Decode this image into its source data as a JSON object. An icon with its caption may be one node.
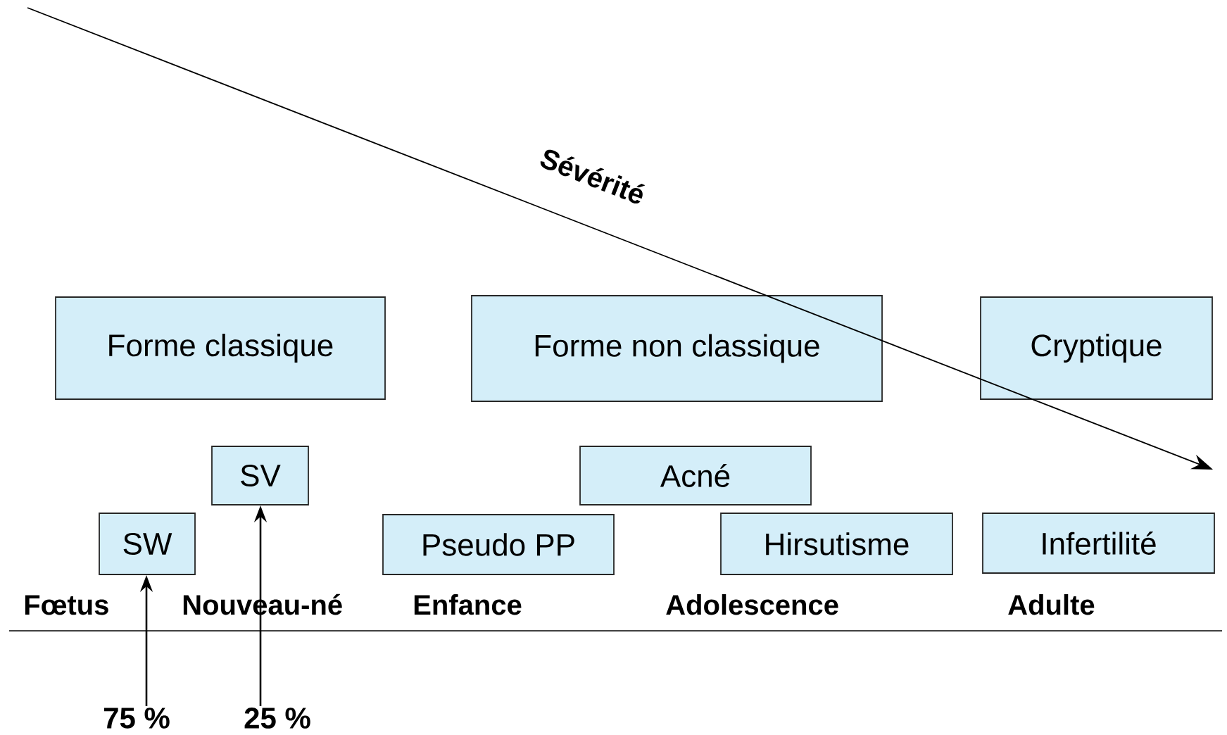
{
  "diagram": {
    "nodes": [
      {
        "text": [
          "Forme classique"
        ]
      },
      {
        "text": [
          "Forme non classique"
        ]
      },
      {
        "text": [
          "Cryptique"
        ]
      },
      {
        "text": [
          "SV"
        ]
      },
      {
        "text": [
          "Acné"
        ]
      },
      {
        "text": [
          "SW"
        ]
      },
      {
        "text": [
          "Pseudo PP"
        ]
      },
      {
        "text": [
          "Hirsutisme"
        ]
      },
      {
        "text": [
          "Infertilité"
        ]
      },
      {
        "text": [
          "75 %"
        ]
      },
      {
        "text": [
          "25 %"
        ]
      }
    ],
    "edges": [
      {
        "from": 9,
        "to": 5,
        "arrow": "to"
      },
      {
        "from": 10,
        "to": 3,
        "arrow": "to"
      }
    ],
    "labels": [
      "Sévérité",
      "Fœtus",
      "Nouveau-né",
      "Enfance",
      "Adolescence",
      "Adulte"
    ]
  }
}
